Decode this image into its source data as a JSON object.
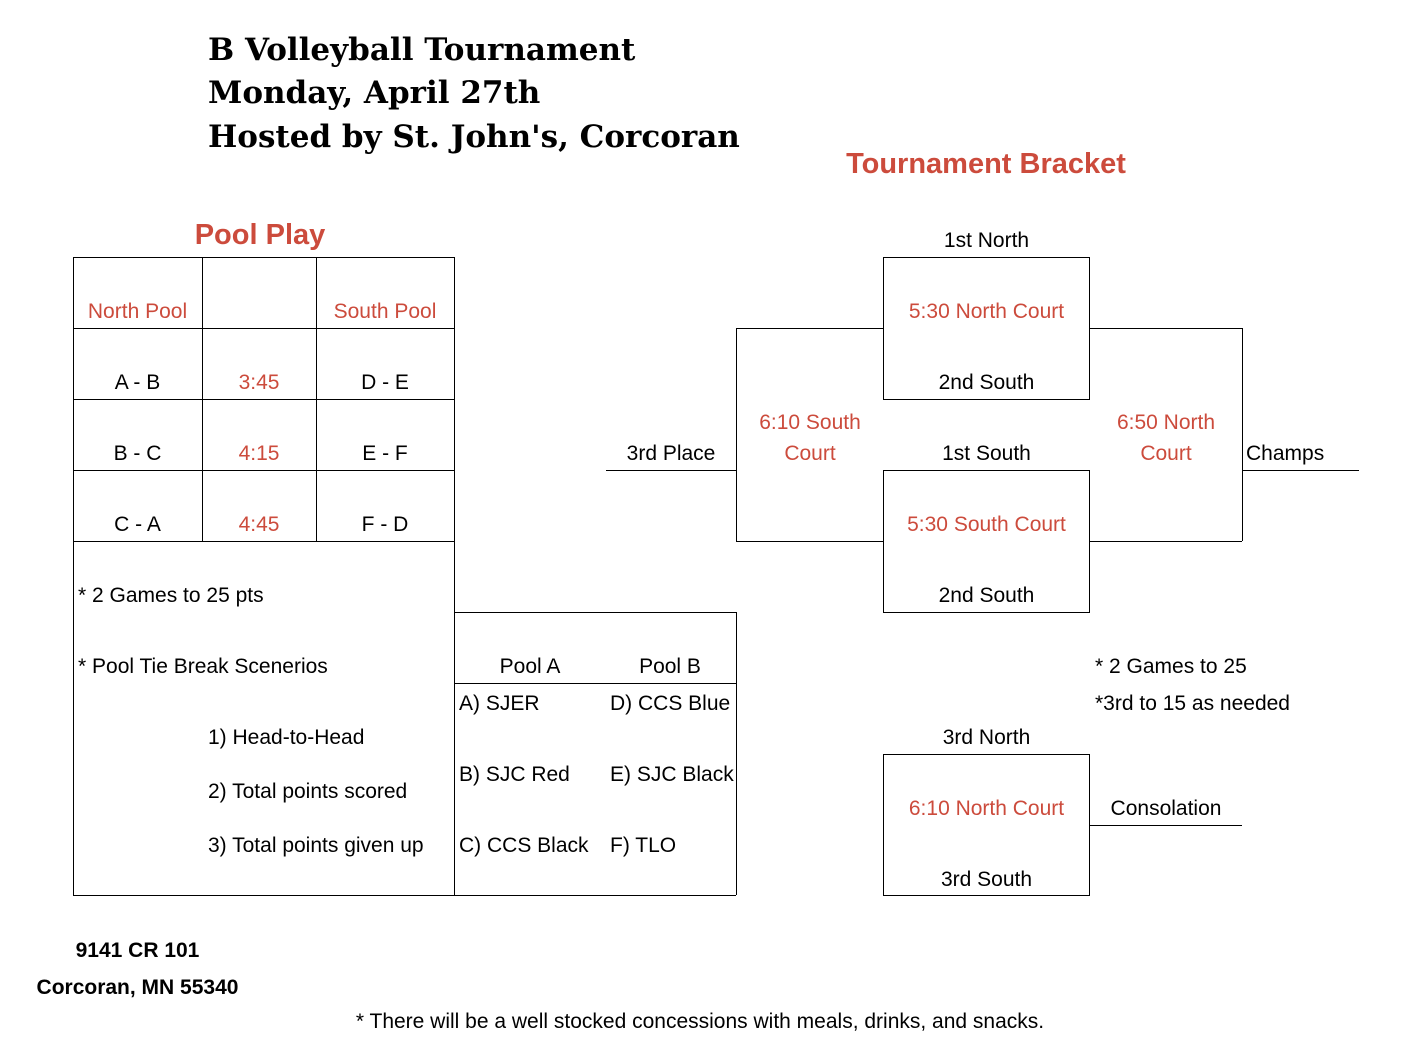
{
  "title": {
    "line1": "B  Volleyball Tournament",
    "line2": "Monday, April 27th",
    "line3": "Hosted by St. John's, Corcoran"
  },
  "pool_play": {
    "heading": "Pool Play",
    "col_north": "North Pool",
    "col_time": "",
    "col_south": "South Pool",
    "rows": [
      {
        "north": "A - B",
        "time": "3:45",
        "south": "D - E"
      },
      {
        "north": "B - C",
        "time": "4:15",
        "south": "E - F"
      },
      {
        "north": "C - A",
        "time": "4:45",
        "south": "F - D"
      }
    ],
    "note1": "* 2 Games to 25 pts",
    "note2": "* Pool Tie Break Scenerios",
    "tiebreak": [
      "1)  Head-to-Head",
      "2) Total points scored",
      "3) Total points given up"
    ]
  },
  "pools": {
    "pool_a_header": "Pool A",
    "pool_b_header": "Pool B",
    "pool_a": [
      "A) SJER",
      "B) SJC Red",
      "C) CCS Black"
    ],
    "pool_b": [
      "D) CCS Blue",
      "E) SJC Black",
      "F) TLO"
    ]
  },
  "bracket": {
    "heading": "Tournament Bracket",
    "top_seed": "1st North",
    "top_game": "5:30 North Court",
    "top_opp": "2nd South",
    "mid_seed": "1st South",
    "bot_game": "5:30 South Court",
    "bot_opp": "2nd South",
    "third_game_l1": "6:10 South",
    "third_game_l2": "Court",
    "third_label": "3rd Place",
    "champ_game_l1": "6:50 North",
    "champ_game_l2": "Court",
    "champ_label": "Champs",
    "notes": [
      "* 2 Games to 25",
      "*3rd to 15 as needed"
    ],
    "cons_top": "3rd North",
    "cons_game": "6:10 North Court",
    "cons_bot": "3rd South",
    "cons_label": "Consolation"
  },
  "address": {
    "line1": "9141 CR 101",
    "line2": "Corcoran, MN 55340"
  },
  "footer": "* There will be a well stocked concessions with meals, drinks, and snacks."
}
